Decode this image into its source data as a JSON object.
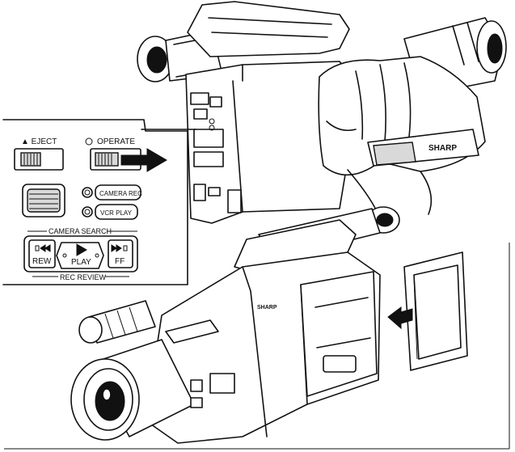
{
  "panel": {
    "eject_label": "▲ EJECT",
    "operate_label": "OPERATE",
    "camera_rec_label": "CAMERA REC",
    "vcr_play_label": "VCR PLAY",
    "camera_search_label": "CAMERA SEARCH",
    "rew_label": "REW",
    "play_label": "PLAY",
    "ff_label": "FF",
    "rec_review_label": "REC REVIEW"
  },
  "brand": {
    "strap_label": "SHARP",
    "body_label": "SHARP"
  }
}
